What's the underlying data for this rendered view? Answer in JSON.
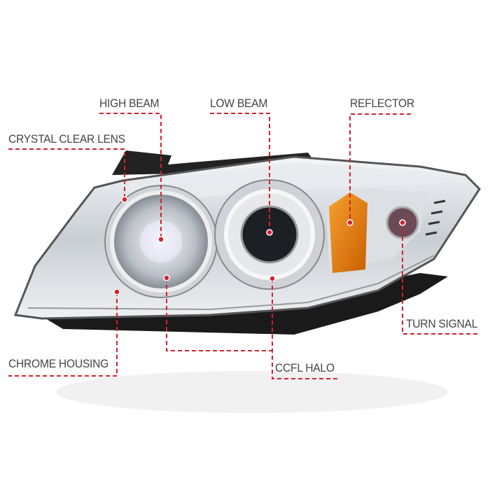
{
  "labels": {
    "high_beam": "HIGH BEAM",
    "low_beam": "LOW BEAM",
    "reflector": "REFLECTOR",
    "crystal_clear_lens": "CRYSTAL CLEAR LENS",
    "turn_signal": "TURN SIGNAL",
    "chrome_housing": "CHROME HOUSING",
    "ccfl_halo": "CCFL HALO"
  },
  "colors": {
    "callout": "#d3212d",
    "label_text": "#444444",
    "chrome": "#d9dde2",
    "amber": "#f08a10",
    "housing": "#1a1a1a"
  }
}
